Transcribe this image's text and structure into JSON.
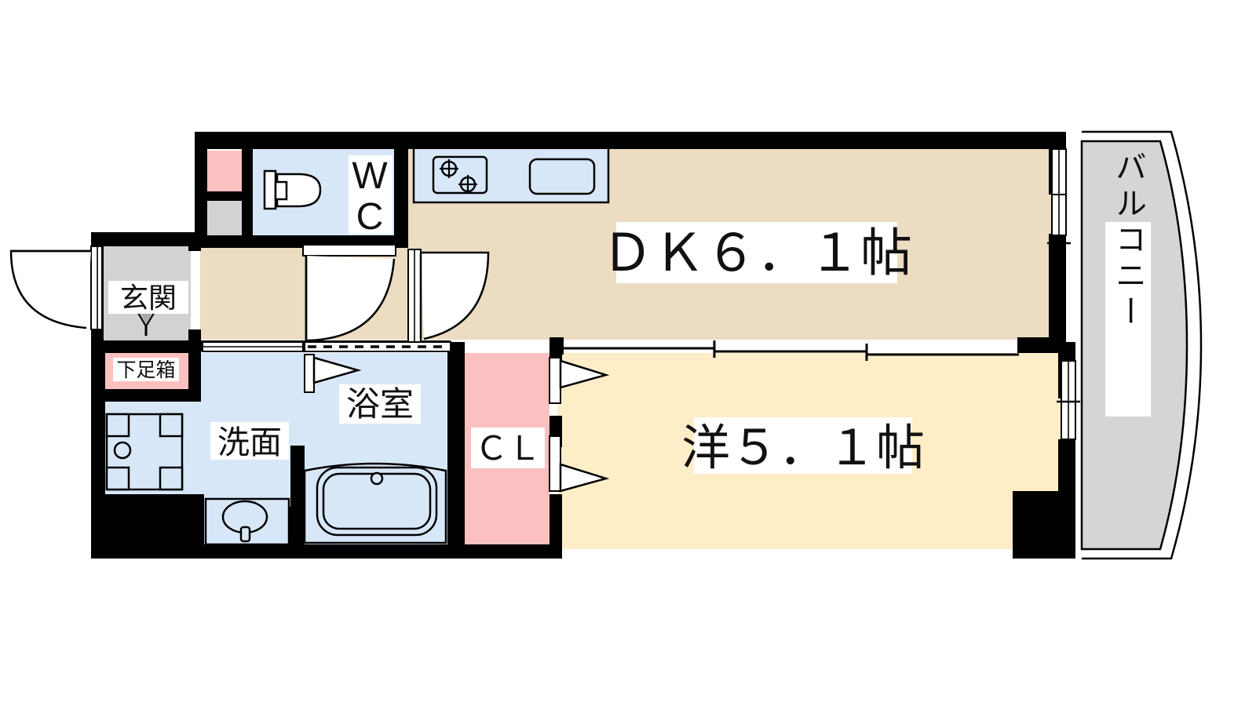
{
  "plan": {
    "title": "Japanese apartment floor plan 1DK",
    "unit_suffix": "帖"
  },
  "colors": {
    "wall": "#000000",
    "dk_floor": "#ebdcc2",
    "room_floor": "#fdeec8",
    "water_area": "#d8e7f8",
    "closet": "#fcc0c0",
    "balcony": "#d5d5d5",
    "meter_gray": "#d2d2d2",
    "entry_gray": "#d2d2d2",
    "white": "#ffffff",
    "text": "#111111"
  },
  "rooms": {
    "dk": {
      "label": "ＤＫ６．１帖"
    },
    "western_room": {
      "label": "洋５．１帖"
    },
    "balcony": {
      "label": "バルコニー"
    },
    "entrance": {
      "label": "玄関"
    },
    "shoe_box": {
      "label": "下足箱"
    },
    "washroom": {
      "label": "洗面"
    },
    "bathroom": {
      "label": "浴室"
    },
    "toilet": {
      "label_line1": "W",
      "label_line2": "C"
    },
    "closet": {
      "label": "ＣＬ"
    }
  },
  "fixtures": {
    "stove": "gas-stove-2-burner",
    "sink": "kitchen-sink",
    "toilet": "western-toilet",
    "bathtub": "bathtub",
    "washbasin": "wash-basin",
    "washer_pan": "washing-machine-pan",
    "entry_door": "entry-swing-door",
    "wc_door": "swing-door",
    "dk_door": "swing-door",
    "closet_doors": "folding-doors",
    "partition": "sliding-partition",
    "balcony_windows": "sliding-windows"
  }
}
